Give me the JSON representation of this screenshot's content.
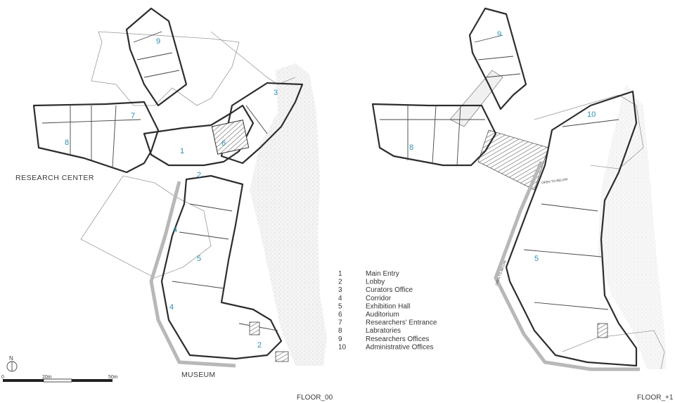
{
  "labels": {
    "research_center": "RESEARCH CENTER",
    "museum": "MUSEUM",
    "floor_00": "FLOOR_00",
    "floor_1": "FLOOR_+1",
    "north": "N",
    "scale_20": "20m",
    "scale_50": "50m",
    "scale_0": "0",
    "open_below_1": "OPEN TO BELOW",
    "open_below_2": "OPEN TO BELOW"
  },
  "legend": [
    {
      "num": "1",
      "name": "Main Entry"
    },
    {
      "num": "2",
      "name": "Lobby"
    },
    {
      "num": "3",
      "name": "Curators Office"
    },
    {
      "num": "4",
      "name": "Corridor"
    },
    {
      "num": "5",
      "name": "Exhibition Hall"
    },
    {
      "num": "6",
      "name": "Auditorium"
    },
    {
      "num": "7",
      "name": "Researchers' Entrance"
    },
    {
      "num": "8",
      "name": "Labratories"
    },
    {
      "num": "9",
      "name": "Researchers Offices"
    },
    {
      "num": "10",
      "name": "Administrative Offices"
    }
  ],
  "floor_00_rooms": [
    "9",
    "7",
    "8",
    "1",
    "3",
    "6",
    "2",
    "4",
    "5",
    "4",
    "2"
  ],
  "floor_1_rooms": [
    "9",
    "8",
    "10",
    "5"
  ],
  "colors": {
    "room_number": "#2c8fb0",
    "wall": "#2d2d2d",
    "ghost": "#9a9a9a"
  }
}
